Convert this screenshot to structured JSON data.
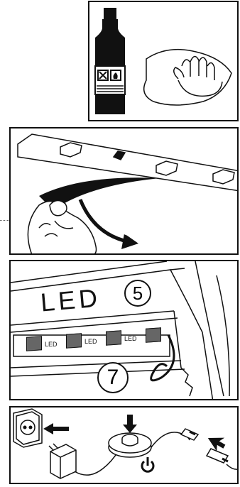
{
  "panel_1": {
    "bottle_icon_1": "cross-hazard-icon",
    "bottle_icon_2": "flame-hazard-icon"
  },
  "panel_3": {
    "big_label": "LED",
    "callout_top": "5",
    "callout_bottom": "7",
    "led_labels": [
      "LED",
      "LED",
      "LED"
    ]
  },
  "panel_4": {
    "power_symbol": "power-icon"
  },
  "colors": {
    "line": "#111111",
    "led_fill": "#666666"
  }
}
